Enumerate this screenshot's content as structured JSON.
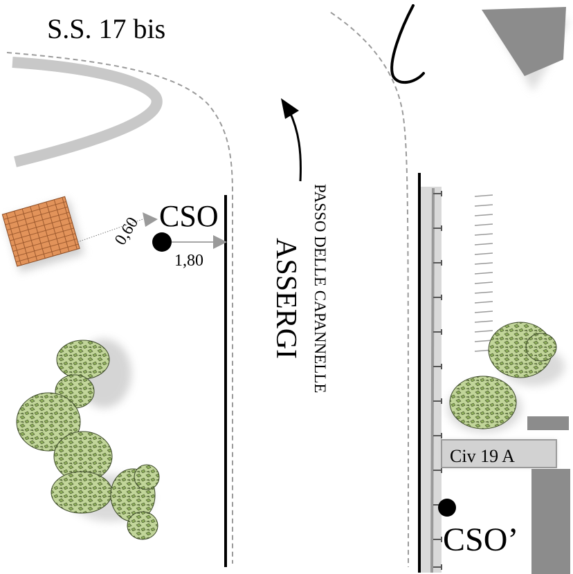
{
  "labels": {
    "road_title": "S.S. 17 bis",
    "street_small": "PASSO DELLE CAPANNELLE",
    "street_big": "ASSERGI",
    "point_a": "CSO",
    "point_b": "CSO’",
    "dist_diag": "0,60",
    "dist_horiz": "1,80",
    "house_number": "Civ 19 A"
  },
  "colors": {
    "road_line": "#000000",
    "dashed_edge": "#9a9a9a",
    "grey_band": "#c8c8c8",
    "roof": "#e0905a",
    "building": "#8c8c8c",
    "sidewalk": "#d9d9d9",
    "vegetation": "#7fa050"
  },
  "icons": {
    "direction": "arrow-up-icon",
    "roof": "roof-tiles-icon",
    "tree": "tree-icon",
    "point": "dot-marker-icon"
  }
}
